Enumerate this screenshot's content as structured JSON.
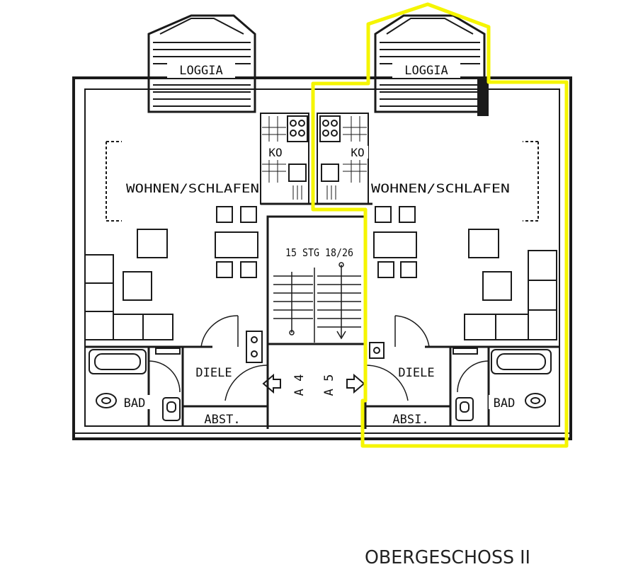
{
  "labels": {
    "loggia_left": "LOGGIA",
    "loggia_right": "LOGGIA",
    "kitchen_left": "KO",
    "kitchen_right": "KO",
    "living_left": "WOHNEN/SCHLAFEN",
    "living_right": "WOHNEN/SCHLAFEN",
    "stair": "15 STG 18/26",
    "hall_left": "DIELE",
    "hall_right": "DIELE",
    "bath_left": "BAD",
    "bath_right": "BAD",
    "storage_left": "ABST.",
    "storage_right": "ABSI.",
    "apt_left": "A 4",
    "apt_right": "A 5",
    "floor_title": "OBERGESCHOSS II"
  },
  "highlight": {
    "color": "#f5f500",
    "unit": "A 5"
  },
  "line_color": "#1a1a1a"
}
